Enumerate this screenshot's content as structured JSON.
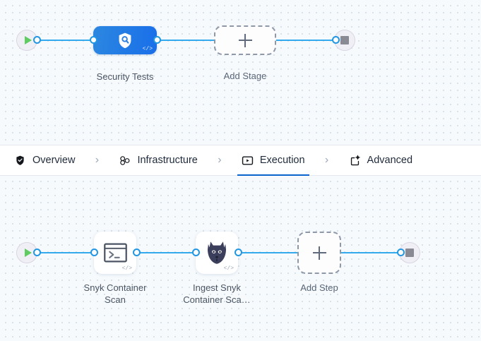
{
  "stage_canvas": {
    "start_node": {
      "name": "pipeline-start",
      "icon": "play-icon"
    },
    "end_node": {
      "name": "pipeline-end",
      "icon": "stop-icon"
    },
    "stages": [
      {
        "label": "Security Tests",
        "icon": "shield-search-icon",
        "badge": "</>"
      }
    ],
    "add_stage": {
      "label": "Add Stage",
      "icon": "plus-icon"
    }
  },
  "tabbar": {
    "tabs": [
      {
        "label": "Overview",
        "icon": "shield-check-icon",
        "active": false
      },
      {
        "label": "Infrastructure",
        "icon": "cluster-nodes-icon",
        "active": false
      },
      {
        "label": "Execution",
        "icon": "play-rect-icon",
        "active": true
      },
      {
        "label": "Advanced",
        "icon": "card-gear-icon",
        "active": false
      }
    ],
    "separator": "›",
    "active_color": "#0b63ce"
  },
  "step_canvas": {
    "start_node": {
      "name": "execution-start",
      "icon": "play-icon"
    },
    "end_node": {
      "name": "execution-end",
      "icon": "stop-icon"
    },
    "steps": [
      {
        "label": "Snyk Container\nScan",
        "icon": "terminal-icon",
        "badge": "</>"
      },
      {
        "label": "Ingest Snyk\nContainer Sca…",
        "icon": "datadog-dog-icon",
        "badge": "</>"
      }
    ],
    "add_step": {
      "label": "Add Step",
      "icon": "plus-icon"
    }
  },
  "colors": {
    "edge": "#33aaee",
    "port_border": "#2196e3",
    "stage_blue_start": "#2c87e0",
    "stage_blue_end": "#1a6ee9",
    "play_green": "#5fcc62",
    "stop_gray": "#8a8a94",
    "canvas_bg": "#f6fafd",
    "dot_grid": "#d3dde6"
  }
}
